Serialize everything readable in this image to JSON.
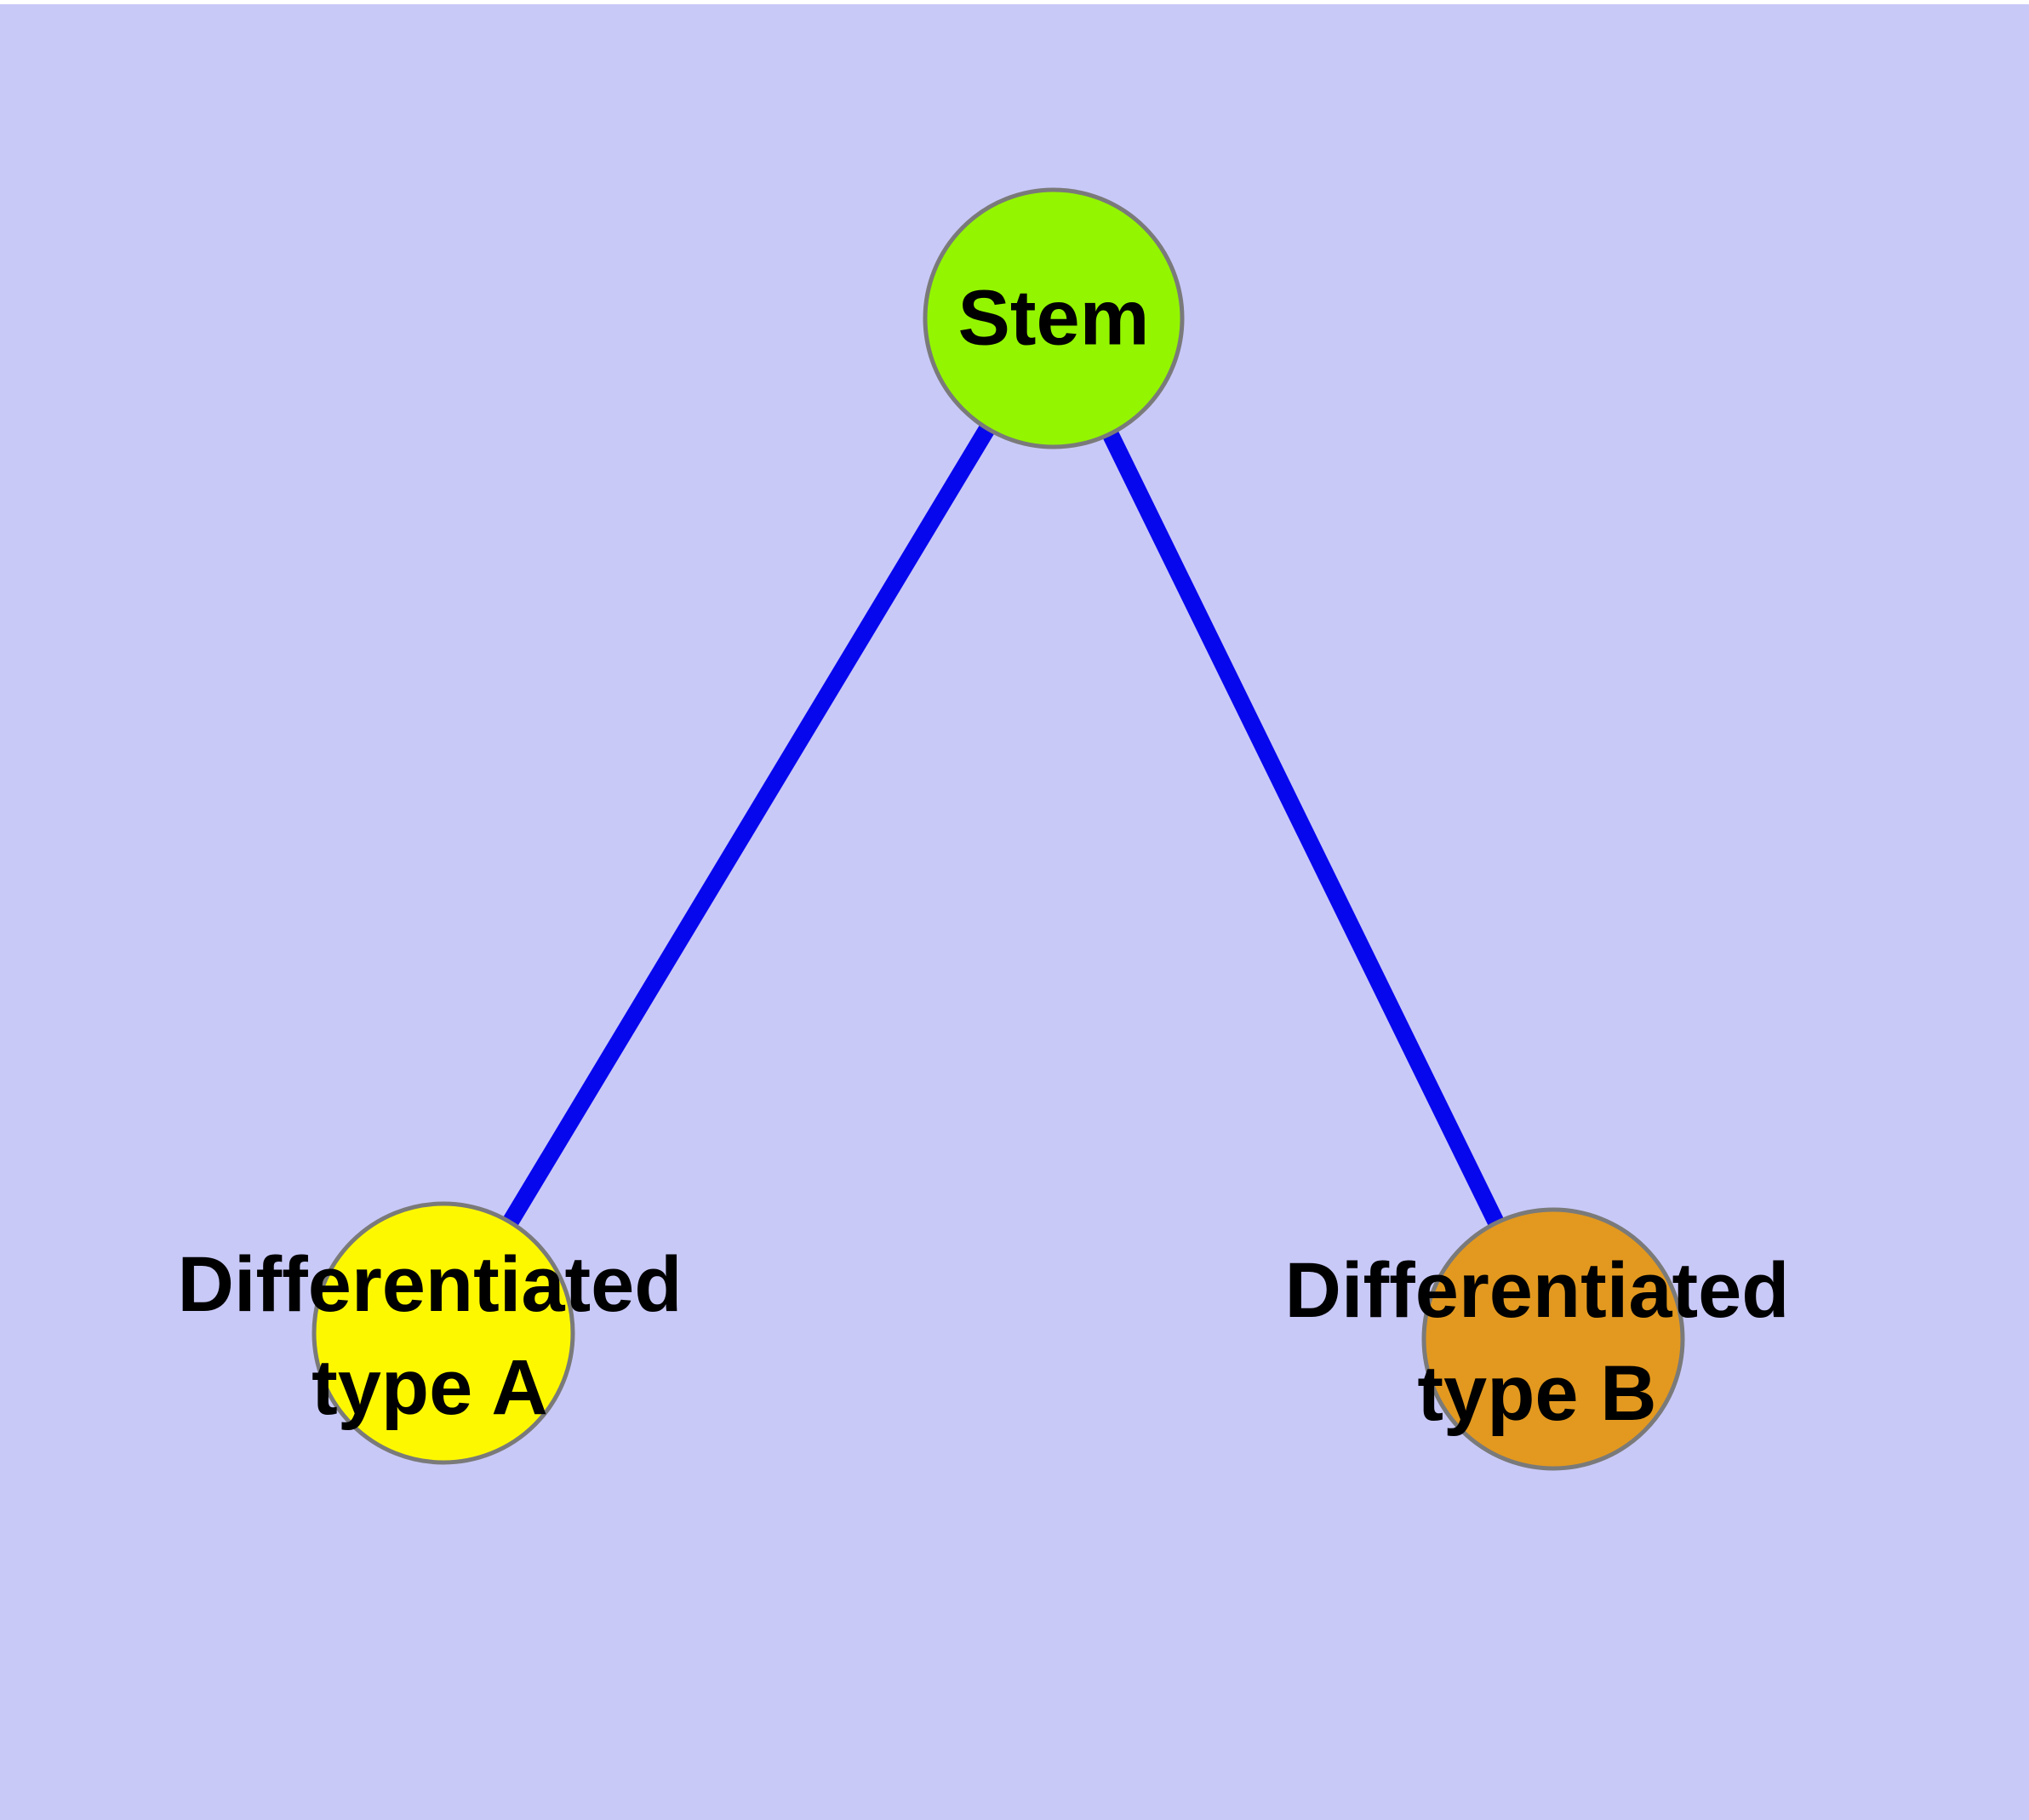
{
  "diagram": {
    "kind": "cell-differentiation-graph",
    "background_color": "#c9c9f8",
    "page_margin_color": "#ffffff",
    "text_color": "#000000",
    "nodes": [
      {
        "id": "stem",
        "label": "Stem",
        "fill": "#93f500",
        "border": "#7a7a7a"
      },
      {
        "id": "type_a",
        "label": "Differentiated\ntype A",
        "fill": "#fdf800",
        "border": "#7a7a7a"
      },
      {
        "id": "type_b",
        "label": "Differentiated\ntype B",
        "fill": "#e3991f",
        "border": "#7a7a7a"
      }
    ],
    "edges": [
      {
        "from": "stem",
        "to": "type_a",
        "color": "#0707ee"
      },
      {
        "from": "stem",
        "to": "type_b",
        "color": "#0707ee"
      }
    ]
  }
}
